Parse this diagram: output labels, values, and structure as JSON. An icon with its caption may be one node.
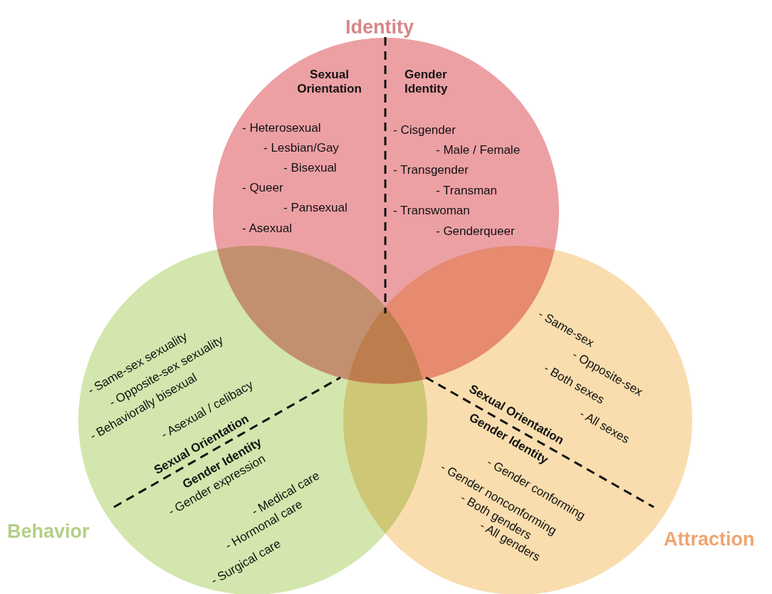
{
  "diagram": {
    "nodes": [
      {
        "text": [
          "Identity",
          "Sexual Orientation",
          "- Heterosexual",
          "- Lesbian/Gay",
          "- Bisexual",
          "- Queer",
          "- Pansexual",
          "- Asexual",
          "Gender Identity",
          "- Cisgender",
          "- Male / Female",
          "- Transgender",
          "- Transman",
          "- Transwoman",
          "- Genderqueer"
        ]
      },
      {
        "text": [
          "Behavior",
          "- Same-sex sexuality",
          "- Opposite-sex sexuality",
          "- Behaviorally bisexual",
          "- Asexual / celibacy",
          "Sexual Orientation",
          "Gender Identity",
          "- Gender expression",
          "- Medical care",
          "- Hormonal care",
          "- Surgical care"
        ]
      },
      {
        "text": [
          "Attraction",
          "- Same-sex",
          "- Opposite-sex",
          "- Both sexes",
          "- All sexes",
          "Sexual Orientation",
          "Gender Identity",
          "- Gender conforming",
          "- Gender nonconforming",
          "- Both genders",
          "- All genders"
        ]
      }
    ]
  }
}
